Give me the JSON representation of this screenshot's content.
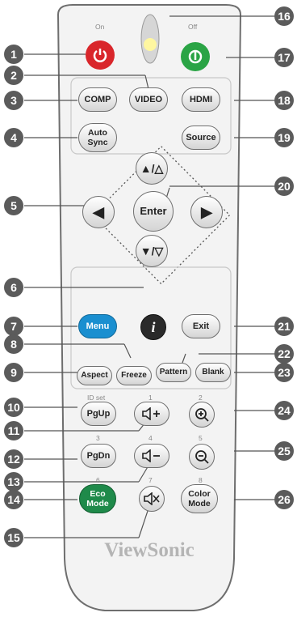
{
  "brand": "ViewSonic",
  "callout_numbers": [
    "1",
    "2",
    "3",
    "4",
    "5",
    "6",
    "7",
    "8",
    "9",
    "10",
    "11",
    "12",
    "13",
    "14",
    "15",
    "16",
    "17",
    "18",
    "19",
    "20",
    "21",
    "22",
    "23",
    "24",
    "25",
    "26"
  ],
  "top_labels": {
    "on": "On",
    "off": "Off"
  },
  "buttons": {
    "video": "VIDEO",
    "comp": "COMP",
    "hdmi": "HDMI",
    "auto_sync_1": "Auto",
    "auto_sync_2": "Sync",
    "source": "Source",
    "enter": "Enter",
    "menu": "Menu",
    "exit": "Exit",
    "aspect": "Aspect",
    "freeze": "Freeze",
    "pattern": "Pattern",
    "blank": "Blank",
    "pgup": "PgUp",
    "pgdn": "PgDn",
    "eco_1": "Eco",
    "eco_2": "Mode",
    "color_1": "Color",
    "color_2": "Mode"
  },
  "small_labels": {
    "id_set": "ID set",
    "n1": "1",
    "n2": "2",
    "n3": "3",
    "n4": "4",
    "n5": "5",
    "n6": "6",
    "n7": "7",
    "n8": "8"
  },
  "colors": {
    "power_on": "#d9262b",
    "power_off": "#2aa445",
    "menu": "#1a8fd0",
    "eco": "#1f8a4a",
    "badge": "#5b5b5b"
  }
}
